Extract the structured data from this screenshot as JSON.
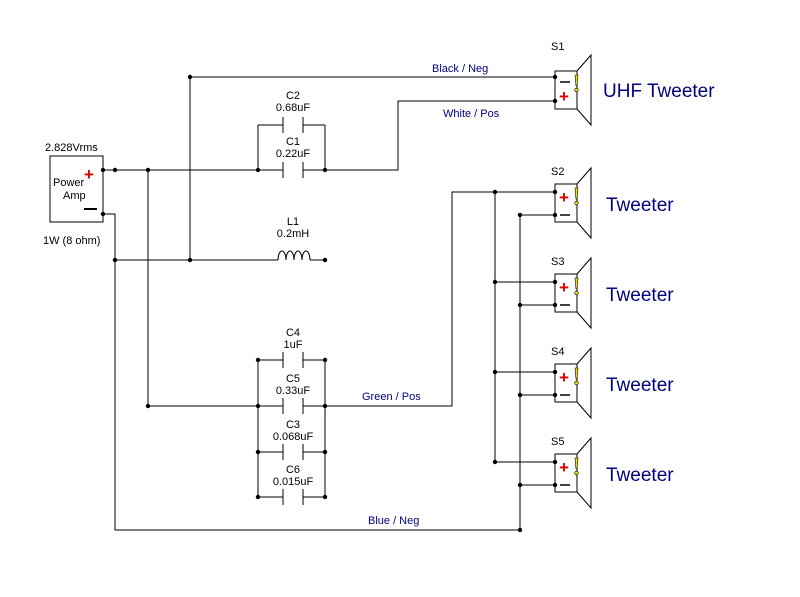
{
  "amp": {
    "voltage": "2.828Vrms",
    "label_line1": "Power",
    "label_line2": "Amp",
    "rating": "1W (8 ohm)"
  },
  "wires": {
    "black_neg": "Black / Neg",
    "white_pos": "White / Pos",
    "green_pos": "Green / Pos",
    "blue_neg": "Blue / Neg"
  },
  "components": {
    "c1": {
      "name": "C1",
      "value": "0.22uF"
    },
    "c2": {
      "name": "C2",
      "value": "0.68uF"
    },
    "l1": {
      "name": "L1",
      "value": "0.2mH"
    },
    "c3": {
      "name": "C3",
      "value": "0.068uF"
    },
    "c4": {
      "name": "C4",
      "value": "1uF"
    },
    "c5": {
      "name": "C5",
      "value": "0.33uF"
    },
    "c6": {
      "name": "C6",
      "value": "0.015uF"
    }
  },
  "speakers": [
    {
      "id": "S1",
      "label": "UHF Tweeter"
    },
    {
      "id": "S2",
      "label": "Tweeter"
    },
    {
      "id": "S3",
      "label": "Tweeter"
    },
    {
      "id": "S4",
      "label": "Tweeter"
    },
    {
      "id": "S5",
      "label": "Tweeter"
    }
  ],
  "colors": {
    "wire": "#000000",
    "label_blue": "#000080",
    "plus_red": "#e00000",
    "warning_yellow": "#f0e000"
  }
}
